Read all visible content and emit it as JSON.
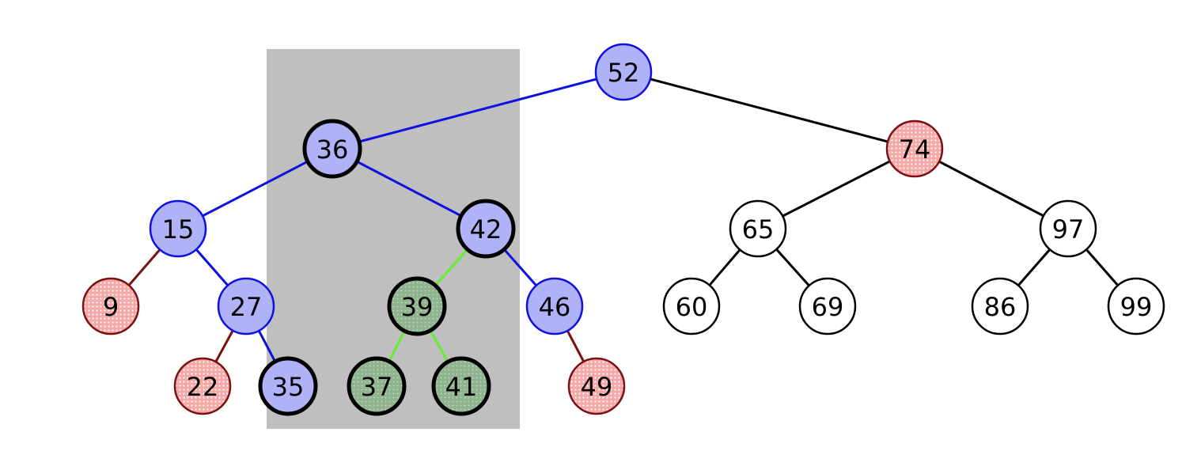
{
  "colors": {
    "blue_fill": "#b0b2f8",
    "blue_edge": "#1010e0",
    "red_fill": "#f4a8a8",
    "red_dot": "#ffffff",
    "red_edge": "#7a1010",
    "green_fill": "#8fb48f",
    "green_edge": "#66ee33",
    "white_fill": "#ffffff",
    "black": "#000000",
    "highlight_box": "#bfbfbf"
  },
  "nodes": [
    {
      "id": "n52",
      "label": "52",
      "style": "blue",
      "bold": false
    },
    {
      "id": "n36",
      "label": "36",
      "style": "blue",
      "bold": true
    },
    {
      "id": "n74",
      "label": "74",
      "style": "red",
      "bold": false
    },
    {
      "id": "n15",
      "label": "15",
      "style": "blue",
      "bold": false
    },
    {
      "id": "n42",
      "label": "42",
      "style": "blue",
      "bold": true
    },
    {
      "id": "n65",
      "label": "65",
      "style": "white",
      "bold": false
    },
    {
      "id": "n97",
      "label": "97",
      "style": "white",
      "bold": false
    },
    {
      "id": "n9",
      "label": "9",
      "style": "red",
      "bold": false
    },
    {
      "id": "n27",
      "label": "27",
      "style": "blue",
      "bold": false
    },
    {
      "id": "n39",
      "label": "39",
      "style": "green",
      "bold": true
    },
    {
      "id": "n46",
      "label": "46",
      "style": "blue",
      "bold": false
    },
    {
      "id": "n60",
      "label": "60",
      "style": "white",
      "bold": false
    },
    {
      "id": "n69",
      "label": "69",
      "style": "white",
      "bold": false
    },
    {
      "id": "n86",
      "label": "86",
      "style": "white",
      "bold": false
    },
    {
      "id": "n99",
      "label": "99",
      "style": "white",
      "bold": false
    },
    {
      "id": "n22",
      "label": "22",
      "style": "red",
      "bold": false
    },
    {
      "id": "n35",
      "label": "35",
      "style": "blue",
      "bold": true
    },
    {
      "id": "n37",
      "label": "37",
      "style": "green",
      "bold": true
    },
    {
      "id": "n41",
      "label": "41",
      "style": "green",
      "bold": true
    },
    {
      "id": "n49",
      "label": "49",
      "style": "red",
      "bold": false
    }
  ],
  "edges": [
    {
      "from": "n52",
      "to": "n36",
      "color": "blue"
    },
    {
      "from": "n52",
      "to": "n74",
      "color": "black"
    },
    {
      "from": "n36",
      "to": "n15",
      "color": "blue"
    },
    {
      "from": "n36",
      "to": "n42",
      "color": "blue"
    },
    {
      "from": "n74",
      "to": "n65",
      "color": "black"
    },
    {
      "from": "n74",
      "to": "n97",
      "color": "black"
    },
    {
      "from": "n15",
      "to": "n9",
      "color": "red"
    },
    {
      "from": "n15",
      "to": "n27",
      "color": "blue"
    },
    {
      "from": "n42",
      "to": "n39",
      "color": "green"
    },
    {
      "from": "n42",
      "to": "n46",
      "color": "blue"
    },
    {
      "from": "n65",
      "to": "n60",
      "color": "black"
    },
    {
      "from": "n65",
      "to": "n69",
      "color": "black"
    },
    {
      "from": "n97",
      "to": "n86",
      "color": "black"
    },
    {
      "from": "n97",
      "to": "n99",
      "color": "black"
    },
    {
      "from": "n27",
      "to": "n22",
      "color": "red"
    },
    {
      "from": "n27",
      "to": "n35",
      "color": "blue"
    },
    {
      "from": "n39",
      "to": "n37",
      "color": "green"
    },
    {
      "from": "n39",
      "to": "n41",
      "color": "green"
    },
    {
      "from": "n46",
      "to": "n49",
      "color": "red"
    }
  ]
}
